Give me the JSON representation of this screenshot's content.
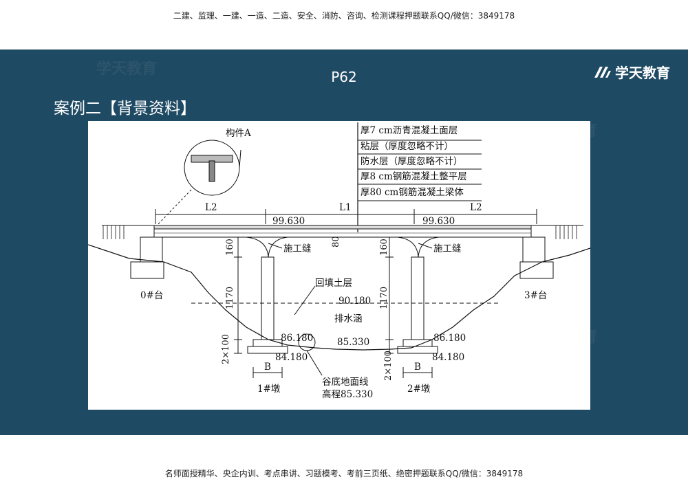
{
  "top_banner": "二建、监理、一建、一造、二造、安全、消防、咨询、检测课程押题联系QQ/微信：3849178",
  "bottom_banner": "名师面授精华、央企内训、考点串讲、习题模考、考前三页纸、绝密押题联系QQ/微信：3849178",
  "slide": {
    "page_number": "P62",
    "brand": "学天教育",
    "case_title": "案例二【背景资料】",
    "watermark_text": "学天教育"
  },
  "diagram": {
    "component_label": "构件A",
    "layers": [
      "厚7 cm沥青混凝土面层",
      "粘层（厚度忽略不计）",
      "防水层（厚度忽略不计）",
      "厚8 cm钢筋混凝土整平层",
      "厚80 cm钢筋混凝土梁体"
    ],
    "span_left": "L2",
    "span_mid": "L1",
    "span_right": "L2",
    "elev_top_left": "99.630",
    "elev_top_right": "99.630",
    "construction_joint_left": "施工缝",
    "construction_joint_right": "施工缝",
    "dim_160_left": "160",
    "dim_160_right": "160",
    "dim_80": "80",
    "dim_1170_left": "1170",
    "dim_1170_right": "1170",
    "dim_2x100_left": "2×100",
    "dim_2x100_right": "2×100",
    "abutment_0": "0#台",
    "abutment_3": "3#台",
    "backfill_label": "回填土层",
    "elev_backfill": "90.180",
    "culvert_label": "排水涵",
    "elev_pier1_top": "86.180",
    "elev_pier1_bottom": "84.180",
    "elev_pier2_top": "86.180",
    "elev_pier2_bottom": "84.180",
    "elev_culvert": "85.330",
    "pier_width_left": "B",
    "pier_width_right": "B",
    "pier_1": "1#墩",
    "pier_2": "2#墩",
    "valley_label": "谷底地面线",
    "valley_elev": "高程85.330"
  },
  "colors": {
    "slide_bg": "#1f4a63",
    "diagram_bg": "#ffffff",
    "ink": "#111111"
  }
}
